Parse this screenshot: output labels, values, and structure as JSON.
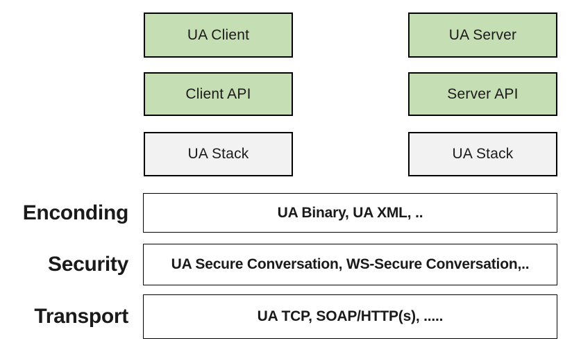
{
  "colors": {
    "box_green_fill": "#c6deb3",
    "box_gray_fill": "#f2f2f2",
    "border": "#000000",
    "background": "#ffffff",
    "text": "#1a1a1a"
  },
  "client_column": {
    "ua_client": "UA Client",
    "client_api": "Client API",
    "ua_stack": "UA Stack"
  },
  "server_column": {
    "ua_server": "UA Server",
    "server_api": "Server API",
    "ua_stack": "UA Stack"
  },
  "layers": [
    {
      "label": "Enconding",
      "content": "UA Binary, UA XML, .."
    },
    {
      "label": "Security",
      "content": "UA Secure Conversation, WS-Secure Conversation,.."
    },
    {
      "label": "Transport",
      "content": "UA TCP, SOAP/HTTP(s), ....."
    }
  ]
}
